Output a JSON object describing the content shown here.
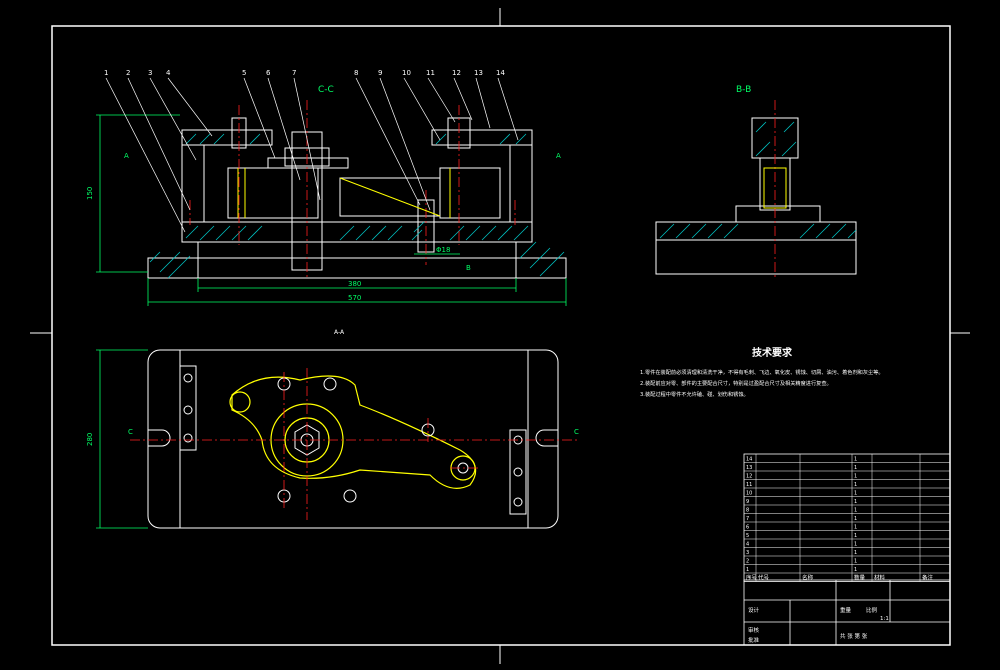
{
  "colors": {
    "background": "#000000",
    "outline": "#ffffff",
    "hatch": "#00c0c0",
    "centerline": "#ff2020",
    "dimension": "#00ff66",
    "part": "#ffff00",
    "label": "#ffffff"
  },
  "views": {
    "section_cc": "C-C",
    "section_bb": "B-B",
    "view_a": "A-A",
    "marker_c_left": "C",
    "marker_c_right": "C",
    "marker_a_left": "A",
    "marker_a_right": "A",
    "marker_b": "B"
  },
  "balloons": [
    "1",
    "2",
    "3",
    "4",
    "5",
    "6",
    "7",
    "8",
    "9",
    "10",
    "11",
    "12",
    "13",
    "14"
  ],
  "dimensions": {
    "height_front": "150",
    "inner_width": "380",
    "overall_width": "570",
    "pin_dia": "Φ18",
    "plan_height": "280"
  },
  "tech_req": {
    "title": "技术要求",
    "lines": [
      "1.零件在装配前必须清理和清洗干净，不得有毛刺、飞边、氧化皮、锈蚀、切屑、油污、着色剂和灰尘等。",
      "2.装配前应对零、部件的主要配合尺寸，特别是过盈配合尺寸及相关精度进行复查。",
      "3.装配过程中零件不允许磕、碰、划伤和锈蚀。"
    ]
  },
  "bom": {
    "rows": [
      {
        "no": "14",
        "code": "",
        "name": "",
        "qty": "1",
        "mat": ""
      },
      {
        "no": "13",
        "code": "",
        "name": "",
        "qty": "1",
        "mat": ""
      },
      {
        "no": "12",
        "code": "",
        "name": "",
        "qty": "1",
        "mat": ""
      },
      {
        "no": "11",
        "code": "",
        "name": "",
        "qty": "1",
        "mat": ""
      },
      {
        "no": "10",
        "code": "",
        "name": "",
        "qty": "1",
        "mat": ""
      },
      {
        "no": "9",
        "code": "",
        "name": "",
        "qty": "1",
        "mat": ""
      },
      {
        "no": "8",
        "code": "",
        "name": "",
        "qty": "1",
        "mat": ""
      },
      {
        "no": "7",
        "code": "",
        "name": "",
        "qty": "1",
        "mat": ""
      },
      {
        "no": "6",
        "code": "",
        "name": "",
        "qty": "1",
        "mat": ""
      },
      {
        "no": "5",
        "code": "",
        "name": "",
        "qty": "1",
        "mat": ""
      },
      {
        "no": "4",
        "code": "",
        "name": "",
        "qty": "1",
        "mat": ""
      },
      {
        "no": "3",
        "code": "",
        "name": "",
        "qty": "1",
        "mat": ""
      },
      {
        "no": "2",
        "code": "",
        "name": "",
        "qty": "1",
        "mat": ""
      },
      {
        "no": "1",
        "code": "",
        "name": "",
        "qty": "1",
        "mat": ""
      }
    ],
    "header": {
      "no": "序号",
      "code": "代号",
      "name": "名称",
      "qty": "数量",
      "mat": "材料",
      "note": "备注"
    }
  },
  "title_block": {
    "scale_label": "比例",
    "scale_value": "1:1",
    "weight_label": "重量",
    "sheet_label": "共 张 第 张",
    "design": "设计",
    "check": "审核",
    "approve": "批准"
  }
}
